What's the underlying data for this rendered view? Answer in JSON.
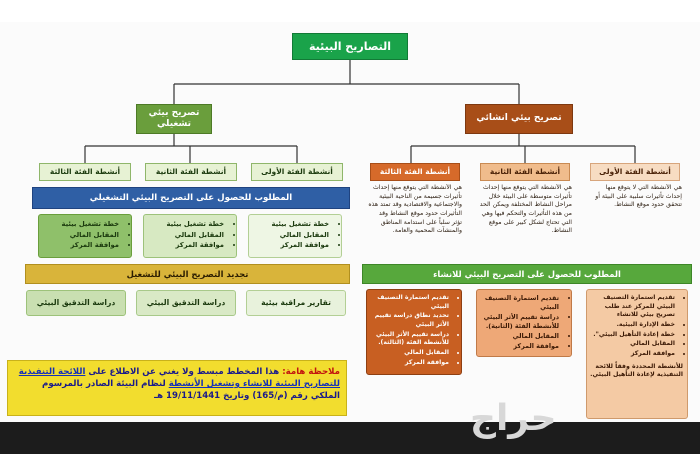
{
  "colors": {
    "root": "#1aa34a",
    "op_main": "#6a9e3c",
    "con_main": "#a84e18",
    "op_cat": "#e7f2d4",
    "con_cat1": "#d66a2a",
    "con_cat2": "#f0bc8c",
    "con_cat3": "#f7dcc2",
    "blue_bar": "#2f5fa5",
    "green_bar": "#57a83c",
    "yellow_bar": "#d9b43a",
    "note_bg": "#f2dd2e"
  },
  "root": {
    "label": "التصاريح البيئية"
  },
  "operation": {
    "title": "تصريح بيئي تشغيلي",
    "categories": [
      "أنشطة الفئة الأولى",
      "أنشطة الفئة الثانية",
      "أنشطة الفئة الثالثة"
    ],
    "requirements_bar": "المطلوب للحصول على التصريح البيئي التشغيلي",
    "req_lists": [
      [
        "خطة تشغيل بيئية",
        "المقابل المالي",
        "موافقة المركز"
      ],
      [
        "خطة تشغيل بيئية",
        "المقابل المالي",
        "موافقة المركز"
      ],
      [
        "خطة تشغيل بيئية",
        "المقابل المالي",
        "موافقة المركز"
      ]
    ],
    "renewal_bar": "تجديد التصريح البيئي للتشغيل",
    "renewal_items": [
      "تقارير مراقبة بيئية",
      "دراسة التدقيق البيئي",
      "دراسة التدقيق البيئي"
    ]
  },
  "construction": {
    "title": "تصريح بيئي انشائي",
    "categories": [
      "أنشطة الفئة الأولى",
      "أنشطة الفئة الثانية",
      "أنشطة الفئة الثالثة"
    ],
    "descriptions": [
      "هي الأنشطة التي لا يتوقع منها إحداث تأثيرات سلبية على البيئة أو تتحقق حدود موقع النشاط.",
      "هي الأنشطة التي يتوقع منها إحداث تأثيرات متوسطة على البيئة خلال مراحل النشاط المختلفة ويمكن الحد من هذه التأثيرات والتحكم فيها وهي التي تحتاج لشكل كبير على موقع النشاط.",
      "هي الأنشطة التي يتوقع منها إحداث تأثيرات جسيمة من الناحية البيئية والاجتماعية والاقتصادية وقد تمتد هذه التأثيرات حدود موقع النشاط وقد تؤثر سلباً على استدامة المناطق والمنشآت المحمية والعامة."
    ],
    "requirements_bar": "المطلوب للحصول على التصريح البيئي للانشاء",
    "req_lists": [
      [
        "تقديم استمارة التصنيف البيئي للمركز عند طلب تصريح بيئي للانشاء",
        "خطة الإدارة البيئية.",
        "خطة إعادة التأهيل البيئي\".",
        "المقابل المالي",
        "موافقة المركز",
        "للأنشطة المحددة وفقاً للائحة التنفيذية لإعادة التأهيل البيئي."
      ],
      [
        "تقديم استمارة التصنيف البيئي",
        "دراسة تقييم الأثر البيئي للأنشطة الفئة (الثانية).",
        "المقابل المالي",
        "موافقة المركز"
      ],
      [
        "تقديم استمارة التصنيف البيئي",
        "تحديد نطاق دراسة تقييم الأثر البيئي",
        "دراسة تقييم الأثر البيئي للأنشطة الفئة (الثالثة).",
        "المقابل المالي",
        "موافقة المركز"
      ]
    ]
  },
  "note": {
    "label": "ملاحظة هامة:",
    "text1": "هذا المخطط مبسط ولا يغني عن الاطلاع على",
    "link1": "اللائحة التنفيذية للتصاريح البيئية للانشاء وتشغيل الأنشطة",
    "text2": "لنظام البيئة الصادر بالمرسوم الملكي رقم (م/165) وتاريخ 19/11/1441 هـ"
  },
  "watermark": "حراج"
}
